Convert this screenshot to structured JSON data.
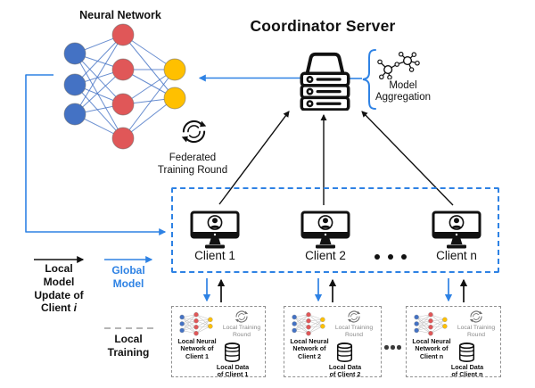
{
  "titles": {
    "neural_network": "Neural Network",
    "coordinator_server": "Coordinator Server"
  },
  "labels": {
    "model_aggregation": "Model\nAggregation",
    "federated_round": "Federated\nTraining Round"
  },
  "clients": {
    "items": [
      "Client 1",
      "Client 2",
      "Client n"
    ],
    "ellipsis": "• • •"
  },
  "local_boxes": [
    {
      "nn": "Local Neural\nNetwork of\nClient 1",
      "round": "Local Training\nRound",
      "data": "Local Data\nof Client 1"
    },
    {
      "nn": "Local Neural\nNetwork of\nClient 2",
      "round": "Local Training\nRound",
      "data": "Local Data\nof Client 2"
    },
    {
      "nn": "Local Neural\nNetwork of\nClient n",
      "round": "Local Training\nRound",
      "data": "Local Data\nof Client n"
    }
  ],
  "local_ellipsis": "• • •",
  "legend": {
    "local_update_lines": [
      "Local",
      "Model",
      "Update of"
    ],
    "local_update_client_prefix": "Client ",
    "local_update_client_var": "i",
    "global_model": "Global\nModel",
    "local_training": "Local\nTraining"
  },
  "colors": {
    "accent_blue": "#2E82E4",
    "node_blue": "#4472C4",
    "node_red": "#E05758",
    "node_yellow": "#FFC000",
    "edge_blue": "#6B96D8",
    "box_gray": "#8F8F8F",
    "text_gray": "#8A8A8A",
    "black": "#111111"
  }
}
